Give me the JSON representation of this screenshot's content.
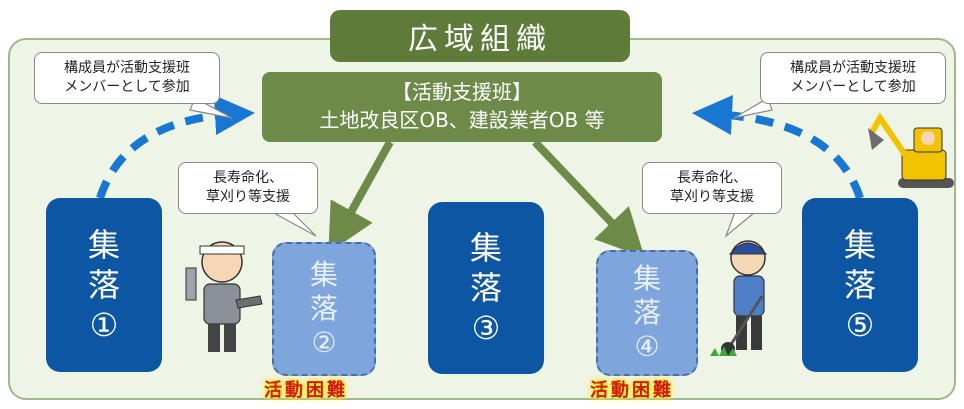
{
  "organization": {
    "title": "広域組織"
  },
  "support_team": {
    "title": "【活動支援班】",
    "members": "土地改良区OB、建設業者OB 等"
  },
  "callouts": {
    "left_top": [
      "構成員が活動支援班",
      "メンバーとして参加"
    ],
    "right_top": [
      "構成員が活動支援班",
      "メンバーとして参加"
    ],
    "left_mid": [
      "長寿命化、",
      "草刈り等支援"
    ],
    "right_mid": [
      "長寿命化、",
      "草刈り等支援"
    ]
  },
  "villages": [
    {
      "name": "集",
      "name2": "落",
      "num": "①"
    },
    {
      "name": "集",
      "name2": "落",
      "num": "②"
    },
    {
      "name": "集",
      "name2": "落",
      "num": "③"
    },
    {
      "name": "集",
      "name2": "落",
      "num": "④"
    },
    {
      "name": "集",
      "name2": "落",
      "num": "⑤"
    }
  ],
  "difficulty_label": "活動困難",
  "colors": {
    "org_green": "#5f7b3a",
    "village_blue": "#0c56a3",
    "village_difficult": "#7ea6dc",
    "difficulty_red": "#d01818"
  }
}
